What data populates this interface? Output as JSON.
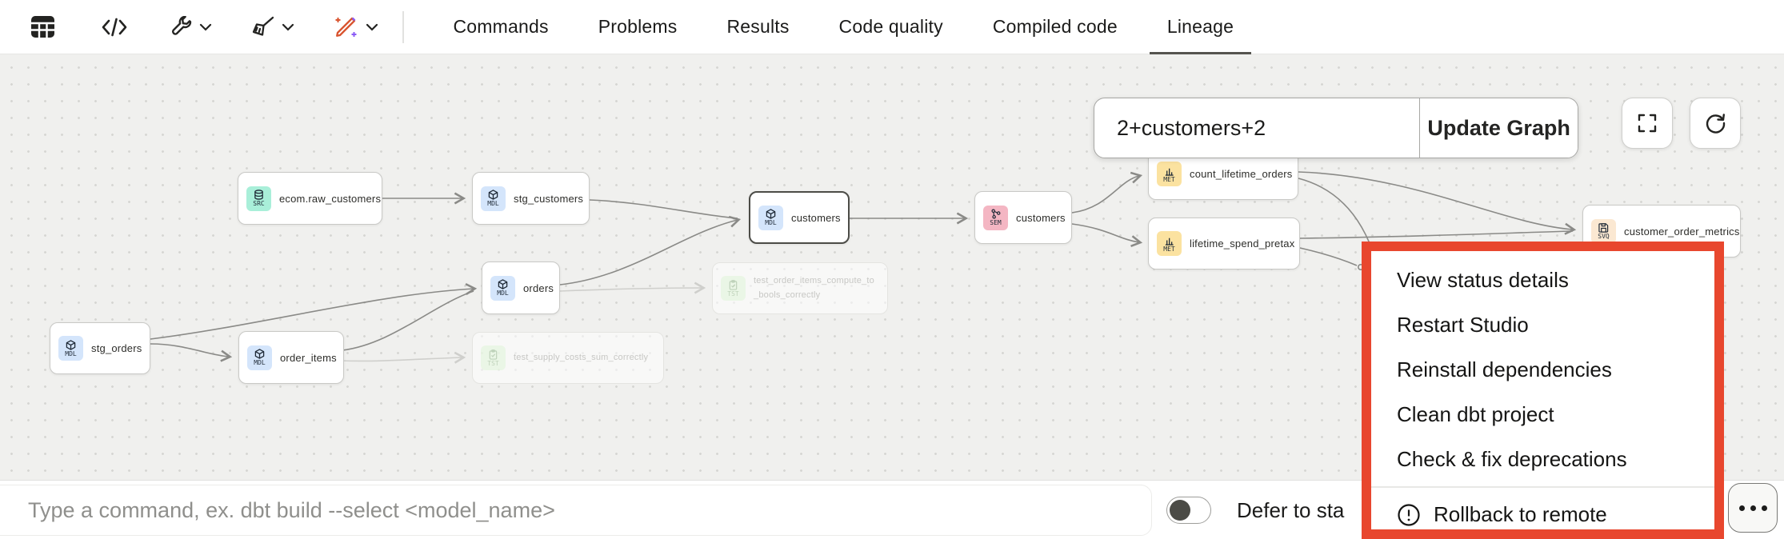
{
  "topbar": {
    "icons": [
      {
        "name": "table-icon"
      },
      {
        "name": "code-icon"
      },
      {
        "name": "wrench-icon",
        "has_dropdown": true
      },
      {
        "name": "broom-icon",
        "has_dropdown": true
      },
      {
        "name": "magic-pencil-icon",
        "has_dropdown": true
      }
    ],
    "tabs": [
      {
        "label": "Commands",
        "active": false
      },
      {
        "label": "Problems",
        "active": false
      },
      {
        "label": "Results",
        "active": false
      },
      {
        "label": "Code quality",
        "active": false
      },
      {
        "label": "Compiled code",
        "active": false
      },
      {
        "label": "Lineage",
        "active": true
      }
    ]
  },
  "lineage": {
    "selector": {
      "value": "2+customers+2",
      "button_label": "Update Graph"
    },
    "controls": [
      {
        "name": "fullscreen-icon"
      },
      {
        "name": "refresh-icon"
      }
    ],
    "nodes": [
      {
        "label": "ecom.raw_customers",
        "badge": "SRC",
        "type": "source",
        "icon": "database-icon"
      },
      {
        "label": "stg_customers",
        "badge": "MDL",
        "type": "model",
        "icon": "cube-icon"
      },
      {
        "label": "customers",
        "badge": "MDL",
        "type": "model",
        "icon": "cube-icon",
        "selected": true
      },
      {
        "label": "customers",
        "badge": "SEM",
        "type": "semantic-model",
        "icon": "graph-icon"
      },
      {
        "label": "stg_orders",
        "badge": "MDL",
        "type": "model",
        "icon": "cube-icon"
      },
      {
        "label": "order_items",
        "badge": "MDL",
        "type": "model",
        "icon": "cube-icon"
      },
      {
        "label": "orders",
        "badge": "MDL",
        "type": "model",
        "icon": "cube-icon"
      },
      {
        "label": "test_order_items_compute_to_bools_correctly",
        "badge": "TST",
        "type": "test",
        "icon": "clipboard-check-icon",
        "faded": true
      },
      {
        "label": "test_supply_costs_sum_correctly",
        "badge": "TST",
        "type": "test",
        "icon": "clipboard-check-icon",
        "faded": true
      },
      {
        "label": "count_lifetime_orders",
        "badge": "MET",
        "type": "metric",
        "icon": "bar-chart-icon"
      },
      {
        "label": "lifetime_spend_pretax",
        "badge": "MET",
        "type": "metric",
        "icon": "bar-chart-icon"
      },
      {
        "label": "customer_order_metrics",
        "badge": "SVQ",
        "type": "saved-query",
        "icon": "floppy-disk-icon"
      }
    ]
  },
  "context_menu": {
    "highlight_color": "#e8472e",
    "items": [
      {
        "label": "View status details"
      },
      {
        "label": "Restart Studio"
      },
      {
        "label": "Reinstall dependencies"
      },
      {
        "label": "Clean dbt project"
      },
      {
        "label": "Check & fix deprecations"
      },
      {
        "label": "Rollback to remote",
        "icon": "alert-circle-icon"
      }
    ]
  },
  "bottombar": {
    "command_placeholder": "Type a command, ex. dbt build --select <model_name>",
    "defer_label": "Defer to sta",
    "toggle_on": false
  },
  "colors": {
    "menu_highlight": "#e8472e",
    "badge_model": "#d4e5fb",
    "badge_source": "#a9efd9",
    "badge_semantic": "#f4b6c3",
    "badge_metric": "#fbe2a0",
    "badge_test": "#dbf5d2",
    "badge_saved_query": "#fbe8d2",
    "edge": "#8a8a87"
  }
}
